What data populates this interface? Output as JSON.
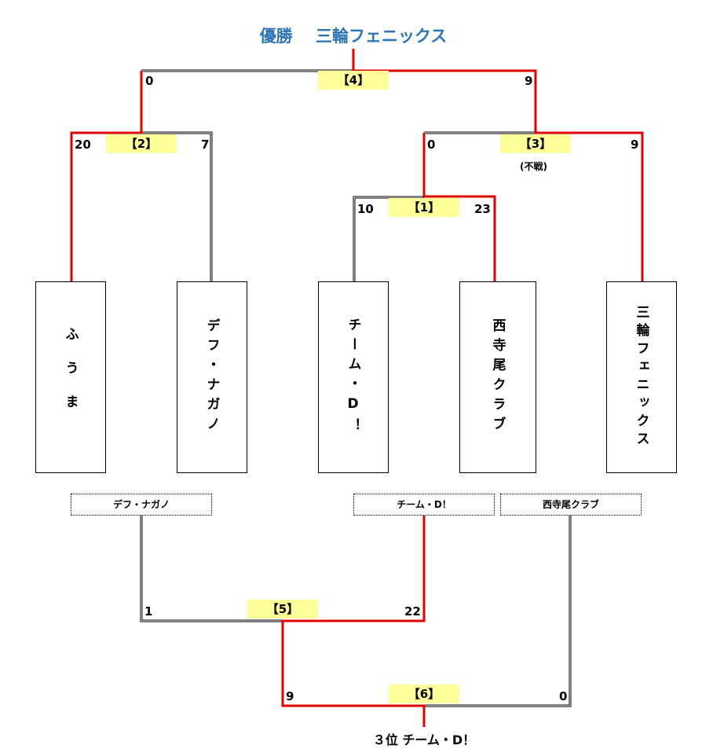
{
  "champion": {
    "label": "優勝",
    "team": "三輪フェニックス",
    "color": "#2e75b6"
  },
  "colors": {
    "winner_line": "#e00000",
    "match_label_bg": "#ffff99",
    "line": "#000000"
  },
  "teams": [
    {
      "id": "t1",
      "name": "ふうま"
    },
    {
      "id": "t2",
      "name": "デフ・ナガノ"
    },
    {
      "id": "t3",
      "name": "チーム・D！"
    },
    {
      "id": "t4",
      "name": "西寺尾クラブ"
    },
    {
      "id": "t5",
      "name": "三輪フェニックス"
    }
  ],
  "matches": [
    {
      "id": 1,
      "label": "【1】",
      "left_team": "チーム・D！",
      "right_team": "西寺尾クラブ",
      "left_score": "10",
      "right_score": "23",
      "winner": "西寺尾クラブ"
    },
    {
      "id": 2,
      "label": "【2】",
      "left_team": "ふうま",
      "right_team": "デフ・ナガノ",
      "left_score": "20",
      "right_score": "7",
      "winner": "ふうま"
    },
    {
      "id": 3,
      "label": "【3】",
      "left_team": "西寺尾クラブ",
      "right_team": "三輪フェニックス",
      "left_score": "0",
      "right_score": "9",
      "note": "(不戦)",
      "winner": "三輪フェニックス"
    },
    {
      "id": 4,
      "label": "【4】",
      "left_team": "ふうま",
      "right_team": "三輪フェニックス",
      "left_score": "0",
      "right_score": "9",
      "winner": "三輪フェニックス"
    },
    {
      "id": 5,
      "label": "【5】",
      "left_team": "デフ・ナガノ",
      "right_team": "チーム・D！",
      "left_score": "1",
      "right_score": "22",
      "winner": "チーム・D！"
    },
    {
      "id": 6,
      "label": "【6】",
      "left_team": "チーム・D！",
      "right_team": "西寺尾クラブ",
      "left_score": "9",
      "right_score": "0",
      "winner": "チーム・D！"
    }
  ],
  "consolation_slots": [
    "デフ・ナガノ",
    "チーム・D！",
    "西寺尾クラブ"
  ],
  "third_place": "３位  チーム・D！"
}
